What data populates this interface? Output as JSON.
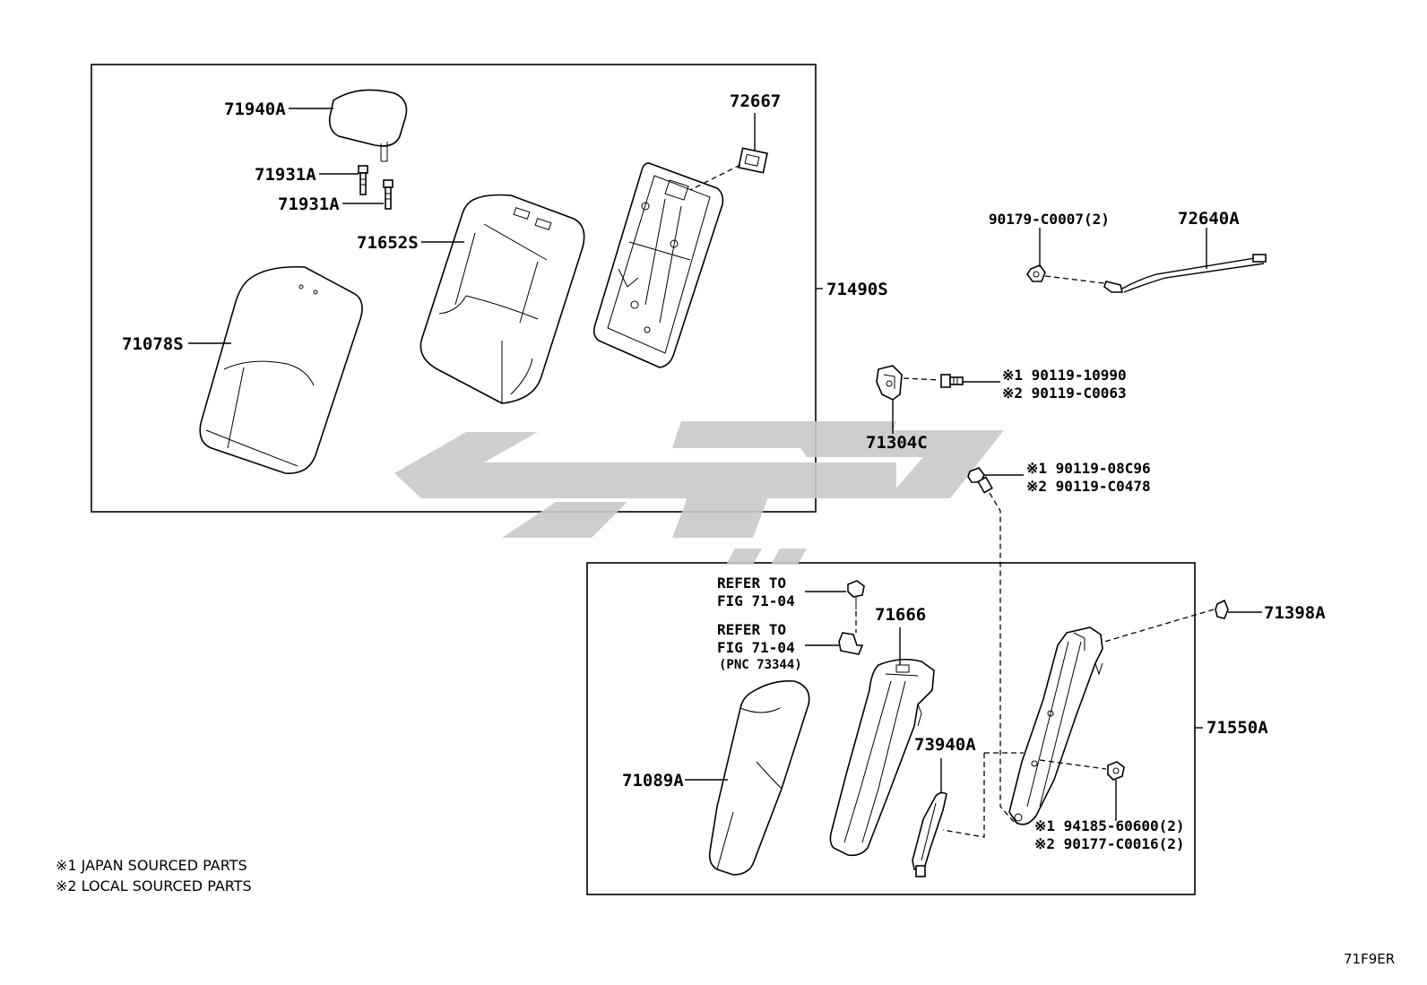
{
  "labels": {
    "p71940A": "71940A",
    "p71931A_1": "71931A",
    "p71931A_2": "71931A",
    "p71652S": "71652S",
    "p71078S": "71078S",
    "p72667": "72667",
    "p71490S": "71490S",
    "p90179": "90179-C0007(2)",
    "p72640A": "72640A",
    "p90119_10990": "※1 90119-10990",
    "p90119_C0063": "※2 90119-C0063",
    "p71304C": "71304C",
    "p90119_08C96": "※1 90119-08C96",
    "p90119_C0478": "※2 90119-C0478",
    "refer1_line1": "REFER TO",
    "refer1_line2": "FIG 71-04",
    "refer2_line1": "REFER TO",
    "refer2_line2": "FIG 71-04",
    "refer2_line3": "(PNC 73344)",
    "p71666": "71666",
    "p71398A": "71398A",
    "p71550A": "71550A",
    "p73940A": "73940A",
    "p71089A": "71089A",
    "p94185": "※1 94185-60600(2)",
    "p90177": "※2 90177-C0016(2)"
  },
  "legend": {
    "note1": "※1 JAPAN SOURCED PARTS",
    "note2": "※2 LOCAL SOURCED PARTS"
  },
  "figure_code": "71F9ER",
  "watermark_color": "#c9c9c9"
}
